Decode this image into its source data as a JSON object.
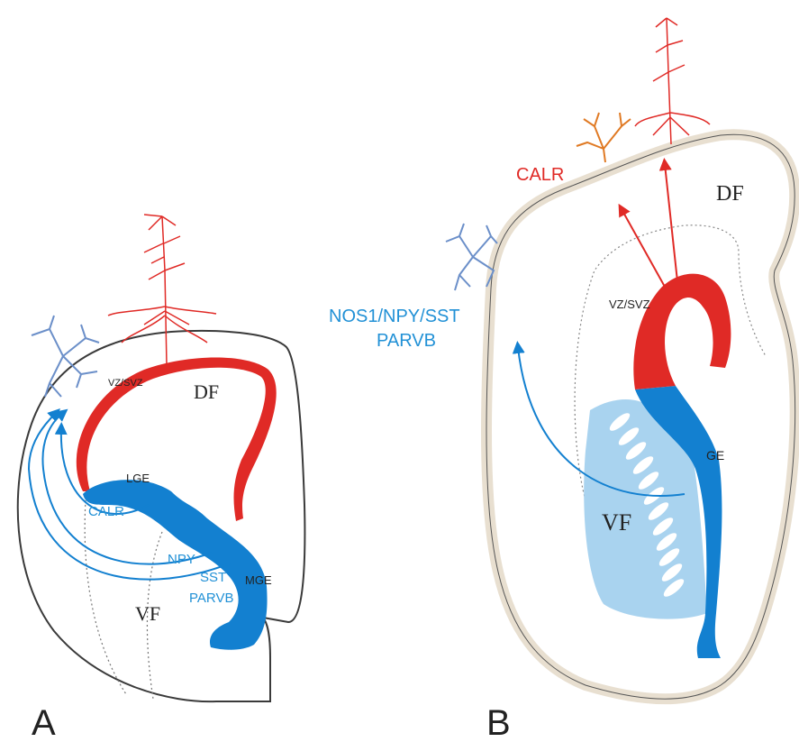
{
  "panel_a": {
    "letter": "A",
    "labels": {
      "df": "DF",
      "vf": "VF",
      "vzsvz": "VZ/SVZ",
      "lge": "LGE",
      "mge": "MGE",
      "calr": "CALR",
      "npy": "NPY",
      "sst": "SST",
      "parvb": "PARVB"
    }
  },
  "panel_b": {
    "letter": "B",
    "labels": {
      "df": "DF",
      "vf": "VF",
      "vzsvz": "VZ/SVZ",
      "ge": "GE",
      "calr": "CALR",
      "nos_line1": "NOS1/NPY/SST",
      "nos_line2": "PARVB"
    }
  },
  "colors": {
    "red": "#e02a26",
    "blue": "#1380d0",
    "light_blue": "#a9d3ef",
    "beige": "#e8dfd0",
    "text_blue": "#2291d6",
    "orange": "#e07a24",
    "outline": "#3a3a3a"
  }
}
